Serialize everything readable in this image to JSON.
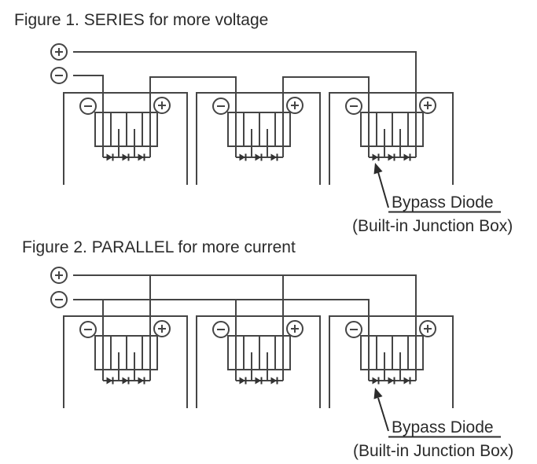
{
  "document": {
    "type": "wiring-diagram-figures",
    "background_color": "#ffffff",
    "line_color": "#454545",
    "text_color": "#2b2b2b"
  },
  "figures": [
    {
      "id": "figure-1",
      "title": "Figure 1. SERIES for more voltage",
      "topology": "series",
      "callout_label": "Bypass Diode",
      "callout_note": "(Built-in Junction Box)"
    },
    {
      "id": "figure-2",
      "title": "Figure 2. PARALLEL for more current",
      "topology": "parallel",
      "callout_label": "Bypass Diode",
      "callout_note": "(Built-in Junction Box)"
    }
  ],
  "terminal_symbols": {
    "positive": "+",
    "negative": "−"
  },
  "modules_per_figure": 3,
  "bypass_diodes_per_module": 3
}
